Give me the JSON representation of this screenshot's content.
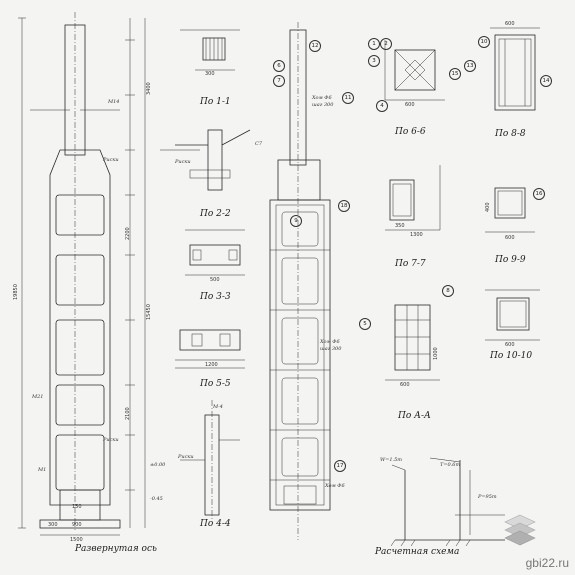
{
  "views": {
    "elevation": "Развернутая ось",
    "s11": "По 1-1",
    "s22": "По 2-2",
    "s33": "По 3-3",
    "s44": "По 4-4",
    "s55": "По 5-5",
    "s66": "По 6-6",
    "s77": "По 7-7",
    "s88": "По 8-8",
    "s99": "По 9-9",
    "s1010": "По 10-10",
    "saa": "По А-А",
    "scheme": "Расчетная схема"
  },
  "dims": {
    "overall_height": "19850",
    "height_1": "15450",
    "height_2": "3400",
    "panel": "2200",
    "panel_b": "2100",
    "base_w": "1500",
    "base_a": "300",
    "base_b": "900",
    "sec_w": "600",
    "sec_h": "400",
    "sec_3": "300",
    "sec_1200": "1200",
    "sec_1000": "1000",
    "sec_500": "500",
    "sec_350": "350",
    "gap_150": "150",
    "gap_1300": "1300"
  },
  "notes": {
    "risk": "Риски",
    "m21": "М21",
    "m14": "М14",
    "m4": "М-4",
    "m1": "М1",
    "hom": "Хом Ф6",
    "shag": "шаг 300",
    "lvl_0": "±0.00",
    "lvl_neg": "-0.45",
    "c7": "С7",
    "load_w": "W=1.5т",
    "load_t": "T=0.6т",
    "load_p": "P=95т"
  },
  "marks": [
    "1",
    "2",
    "3",
    "4",
    "5",
    "6",
    "7",
    "8",
    "9",
    "10",
    "11",
    "12",
    "13",
    "14",
    "15",
    "16",
    "17",
    "18"
  ],
  "watermark": "gbi22.ru"
}
